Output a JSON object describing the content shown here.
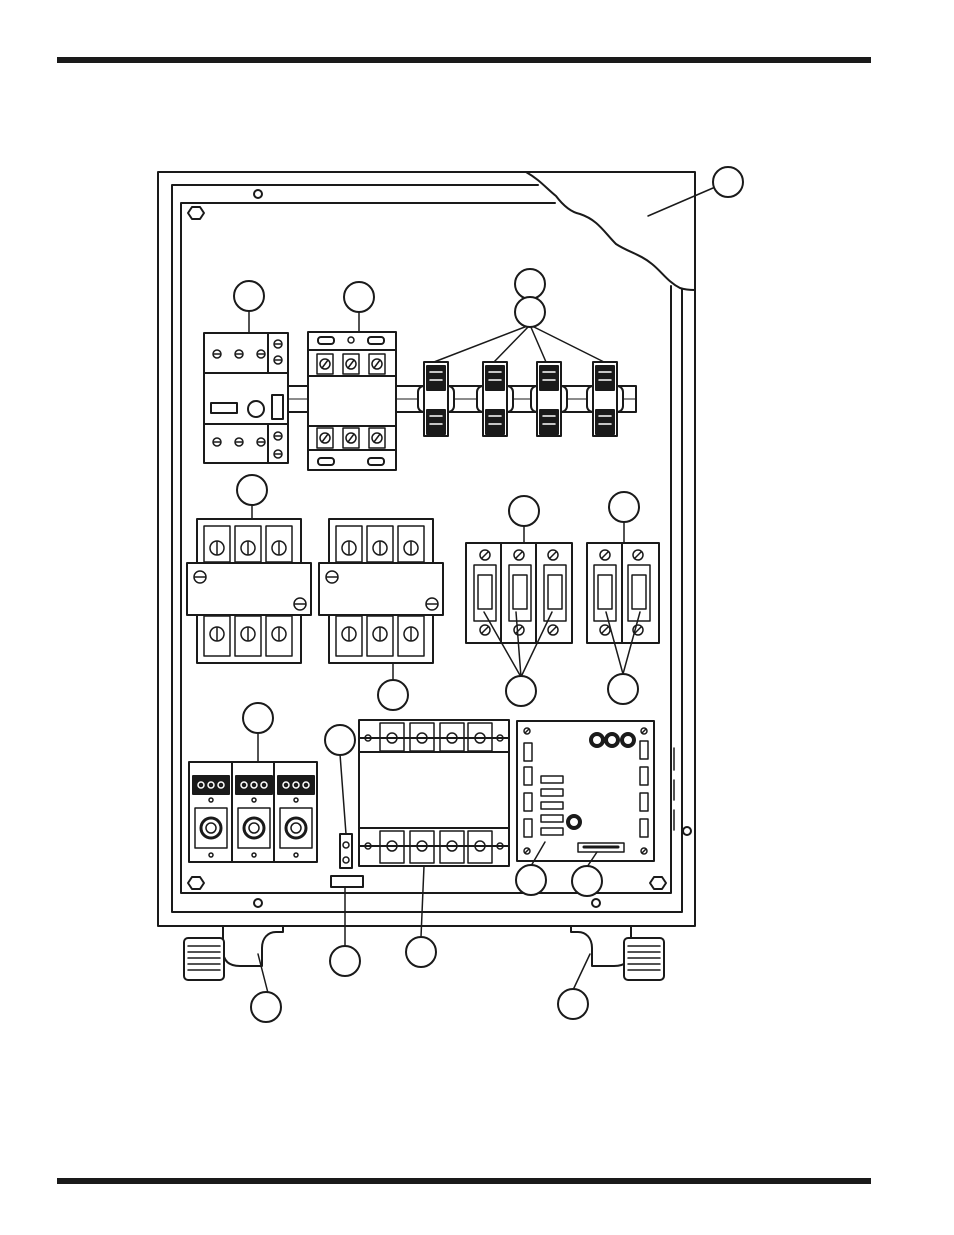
{
  "page": {
    "colors": {
      "ink": "#1a1a1a",
      "paper": "#ffffff",
      "rule": "#1a1a1a"
    }
  },
  "diagram": {
    "description_kind": "exploded-parts-illustration",
    "callouts": [
      {
        "id": "cover",
        "label": ""
      },
      {
        "id": "breaker",
        "label": ""
      },
      {
        "id": "contactor",
        "label": ""
      },
      {
        "id": "terminal-block-a",
        "label": ""
      },
      {
        "id": "terminal-block-b",
        "label": ""
      },
      {
        "id": "power-block",
        "label": ""
      },
      {
        "id": "power-block-2",
        "label": ""
      },
      {
        "id": "fuse-holder-3",
        "label": ""
      },
      {
        "id": "fuse-holder-2",
        "label": ""
      },
      {
        "id": "fuses-3",
        "label": ""
      },
      {
        "id": "fuses-2",
        "label": ""
      },
      {
        "id": "surge-arrester",
        "label": ""
      },
      {
        "id": "small-fuse",
        "label": ""
      },
      {
        "id": "control-board",
        "label": ""
      },
      {
        "id": "board-connector",
        "label": ""
      },
      {
        "id": "ground-lug",
        "label": ""
      },
      {
        "id": "transformer",
        "label": ""
      },
      {
        "id": "fitting-left",
        "label": ""
      },
      {
        "id": "fitting-right",
        "label": ""
      }
    ]
  }
}
